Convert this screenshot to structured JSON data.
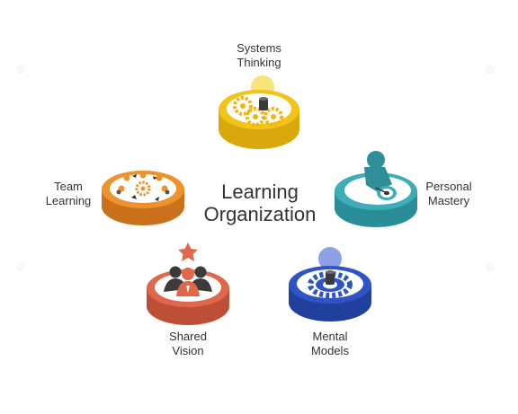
{
  "title": {
    "line1": "Learning",
    "line2": "Organization"
  },
  "items": [
    {
      "key": "systems",
      "line1": "Systems",
      "line2": "Thinking",
      "color": "#f2c417",
      "icon": "gears-icon"
    },
    {
      "key": "mastery",
      "line1": "Personal",
      "line2": "Mastery",
      "color": "#3dadb8",
      "icon": "target-icon"
    },
    {
      "key": "models",
      "line1": "Mental",
      "line2": "Models",
      "color": "#2f55c5",
      "icon": "gear-icon"
    },
    {
      "key": "vision",
      "line1": "Shared",
      "line2": "Vision",
      "color": "#e0674a",
      "icon": "team-star-icon"
    },
    {
      "key": "team",
      "line1": "Team",
      "line2": "Learning",
      "color": "#ee922b",
      "icon": "team-cycle-icon"
    }
  ]
}
